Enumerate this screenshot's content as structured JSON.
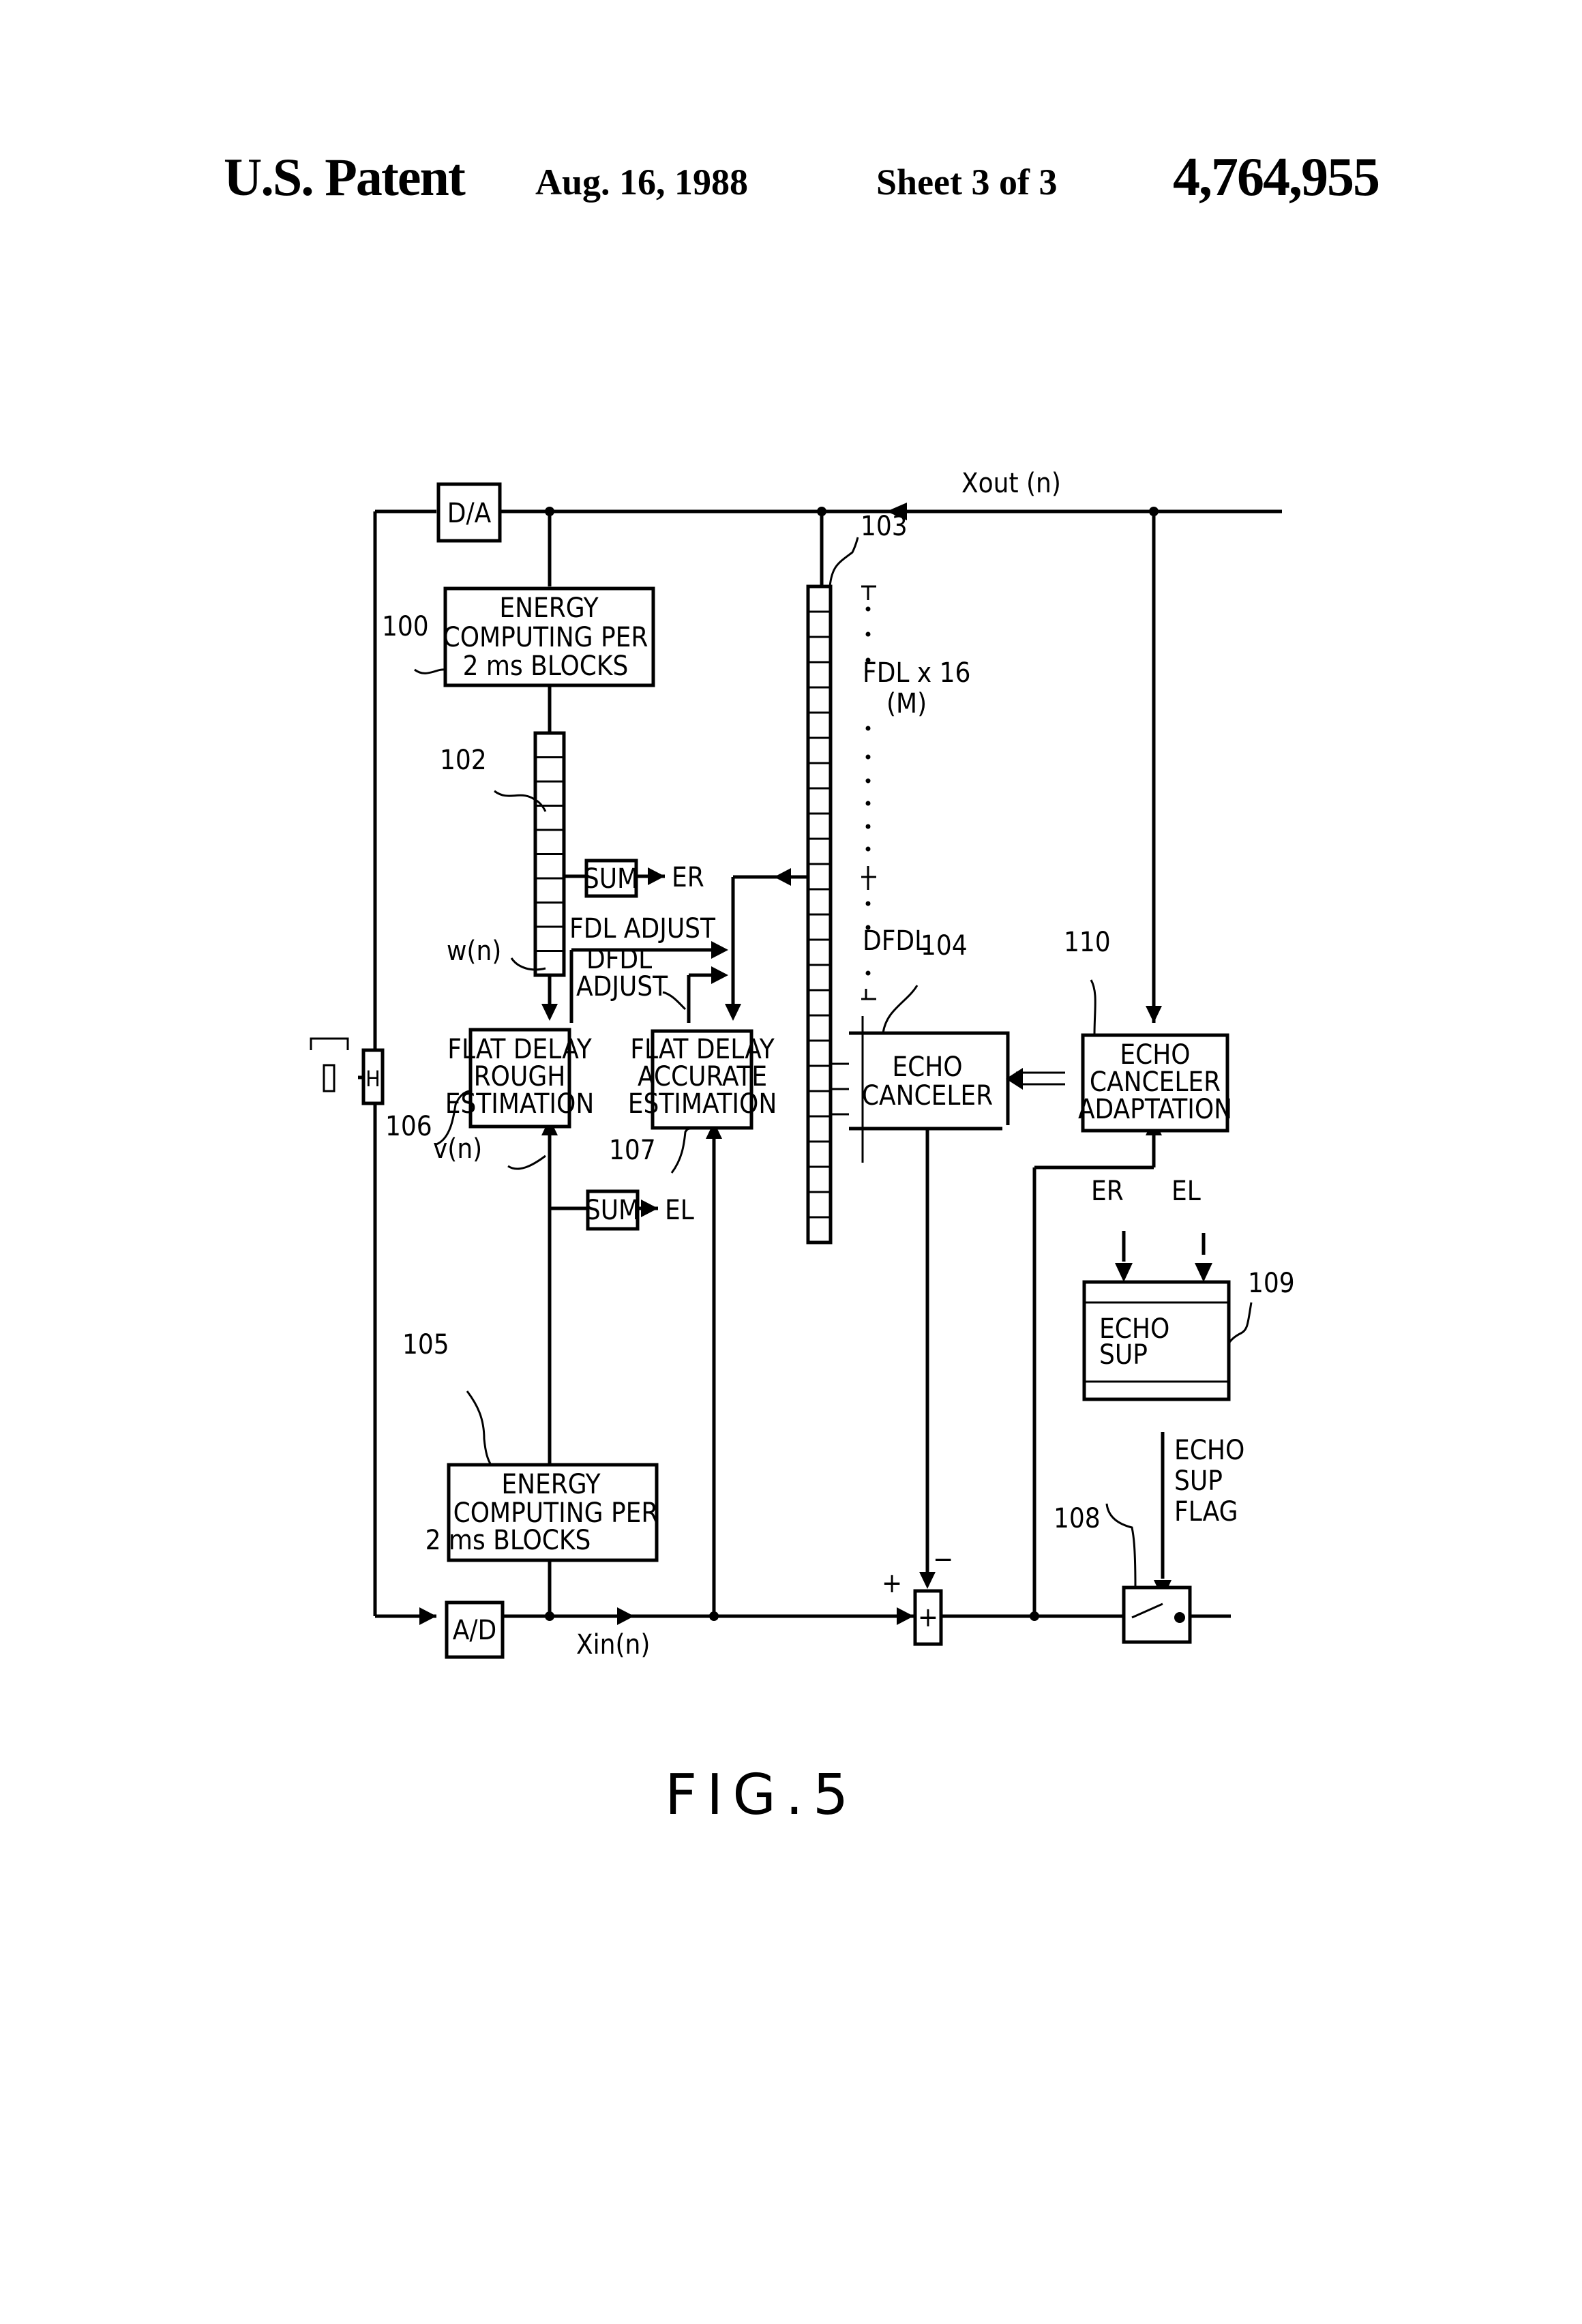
{
  "header": {
    "patent_label": "U.S. Patent",
    "date": "Aug. 16, 1988",
    "sheet": "Sheet 3 of 3",
    "patent_number": "4,764,955"
  },
  "figure": {
    "caption": "FIG.5",
    "signals": {
      "xout": "Xout (n)",
      "xin": "Xin(n)",
      "wn": "w(n)",
      "vn": "v(n)",
      "er": "ER",
      "el": "EL",
      "er_in": "ER",
      "el_in": "EL",
      "fdl_adjust": "FDL ADJUST",
      "dfdl_adjust_1": "DFDL",
      "dfdl_adjust_2": "ADJUST",
      "fdl_x16": "FDL x 16",
      "m": "(M)",
      "dfdl": "DFDL",
      "echo_sup_flag_1": "ECHO",
      "echo_sup_flag_2": "SUP",
      "echo_sup_flag_3": "FLAG",
      "plus": "+",
      "minus": "−"
    },
    "blocks": {
      "da": "D/A",
      "ad": "A/D",
      "h": "H",
      "energy_top": [
        "ENERGY",
        "COMPUTING PER",
        "2 ms BLOCKS"
      ],
      "energy_bottom": [
        "ENERGY",
        "COMPUTING PER",
        "2 ms BLOCKS"
      ],
      "sum_er": "SUM",
      "sum_el": "SUM",
      "rough": [
        "FLAT DELAY",
        "ROUGH",
        "ESTIMATION"
      ],
      "accurate": [
        "FLAT DELAY",
        "ACCURATE",
        "ESTIMATION"
      ],
      "echo_canceler": [
        "ECHO",
        "CANCELER"
      ],
      "adaptation": [
        "ECHO",
        "CANCELER",
        "ADAPTATION"
      ],
      "echo_sup": [
        "ECHO",
        "SUP"
      ],
      "adder": "+"
    },
    "references": {
      "r100": "100",
      "r102": "102",
      "r103": "103",
      "r104": "104",
      "r105": "105",
      "r106": "106",
      "r107": "107",
      "r108": "108",
      "r109": "109",
      "r110": "110"
    }
  }
}
